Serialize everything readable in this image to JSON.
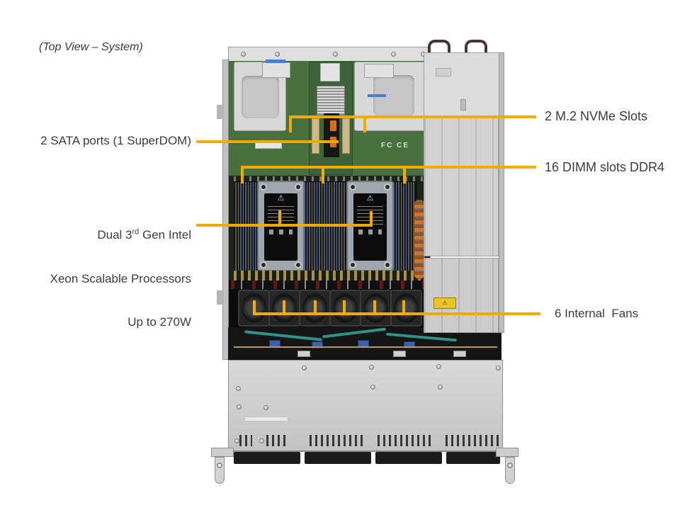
{
  "title": "(Top View – System)",
  "labels": {
    "m2": "2 M.2 NVMe Slots",
    "sata": "2 SATA ports (1 SuperDOM)",
    "dimm": "16 DIMM slots DDR4",
    "fans": "6 Internal  Fans",
    "cpu_line1_prefix": "Dual 3",
    "cpu_line1_sup": "rd",
    "cpu_line1_suffix": " Gen Intel",
    "cpu_line2": "Xeon Scalable Processors",
    "cpu_line3": "Up to 270W"
  },
  "chassis": {
    "fcc_mark": "FC CE",
    "cpu_warning_icon": "⚠",
    "psu_warning_icon": "⚠"
  },
  "colors": {
    "callout-line": "#F2AB00",
    "label-text": "#3C3C3C"
  }
}
